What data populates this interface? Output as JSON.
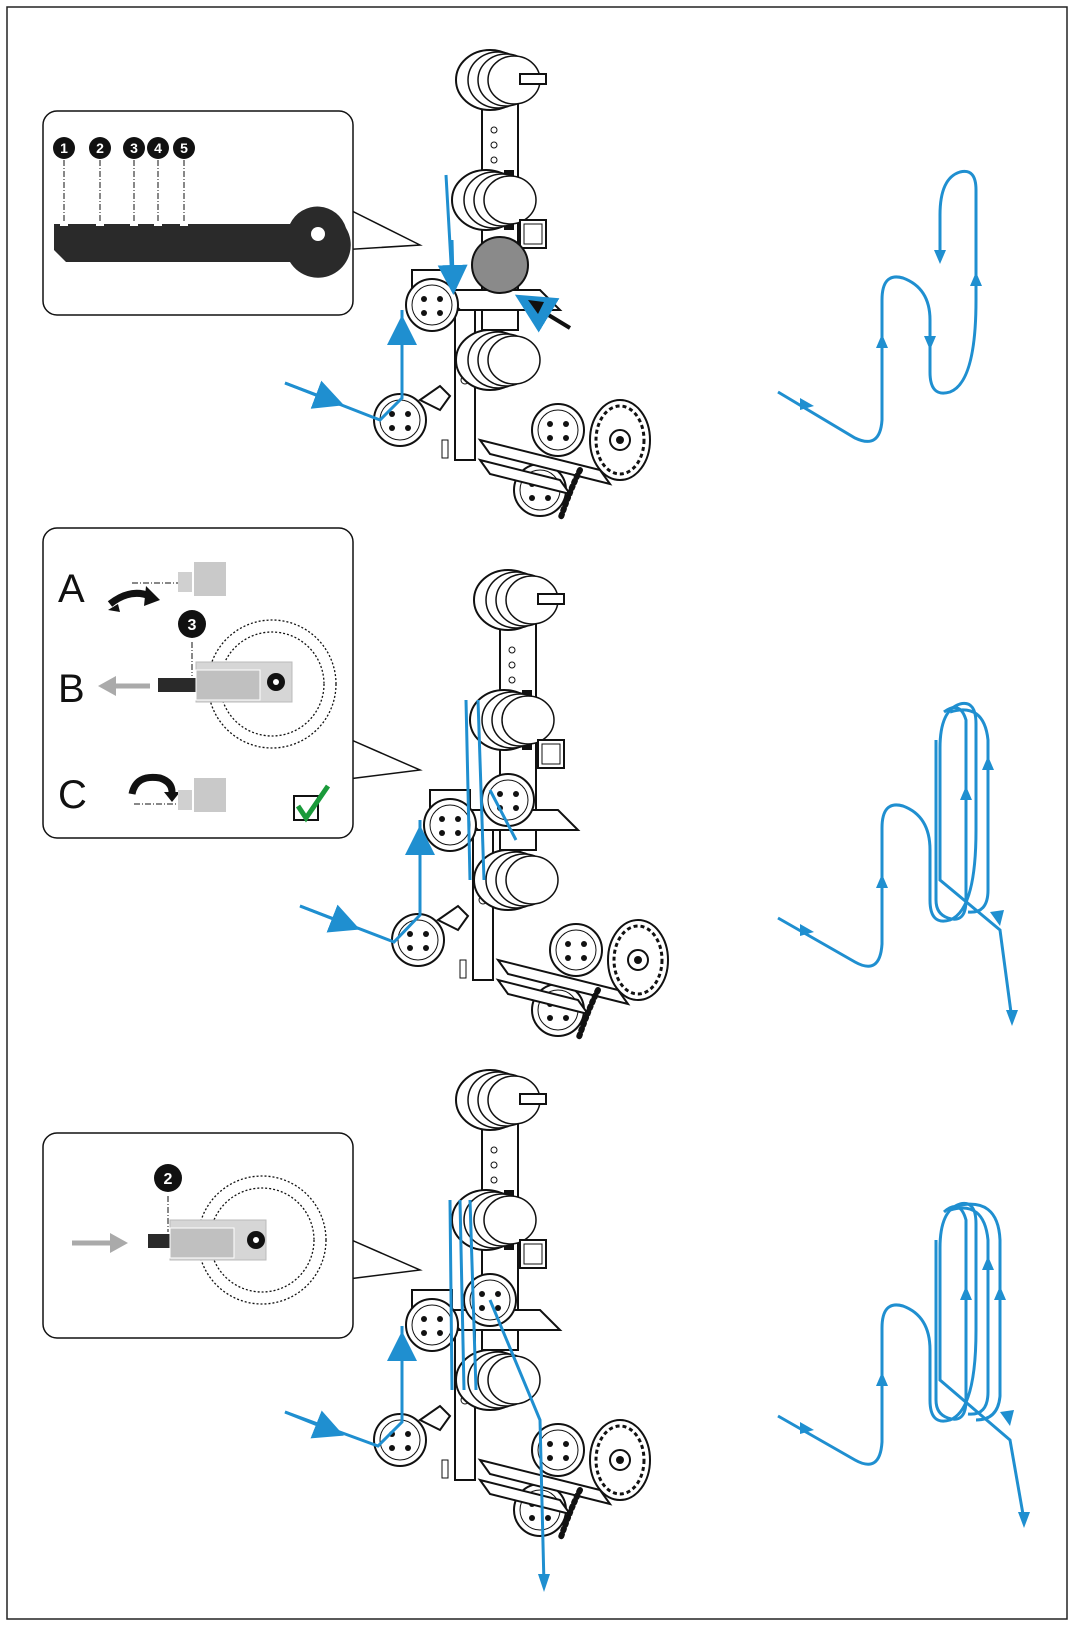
{
  "panels": [
    {
      "id": "step-1",
      "callout": {
        "positions": [
          "1",
          "2",
          "3",
          "4",
          "5"
        ]
      }
    },
    {
      "id": "step-2",
      "callout": {
        "steps": [
          "A",
          "B",
          "C"
        ],
        "position_marker": "3"
      }
    },
    {
      "id": "step-3",
      "callout": {
        "position_marker": "2"
      }
    }
  ],
  "colors": {
    "wire": "#1f8fd0",
    "outline": "#111111",
    "lever": "#2a2a2a",
    "carriage": "#c9c9c9",
    "check": "#1a9a3a"
  }
}
